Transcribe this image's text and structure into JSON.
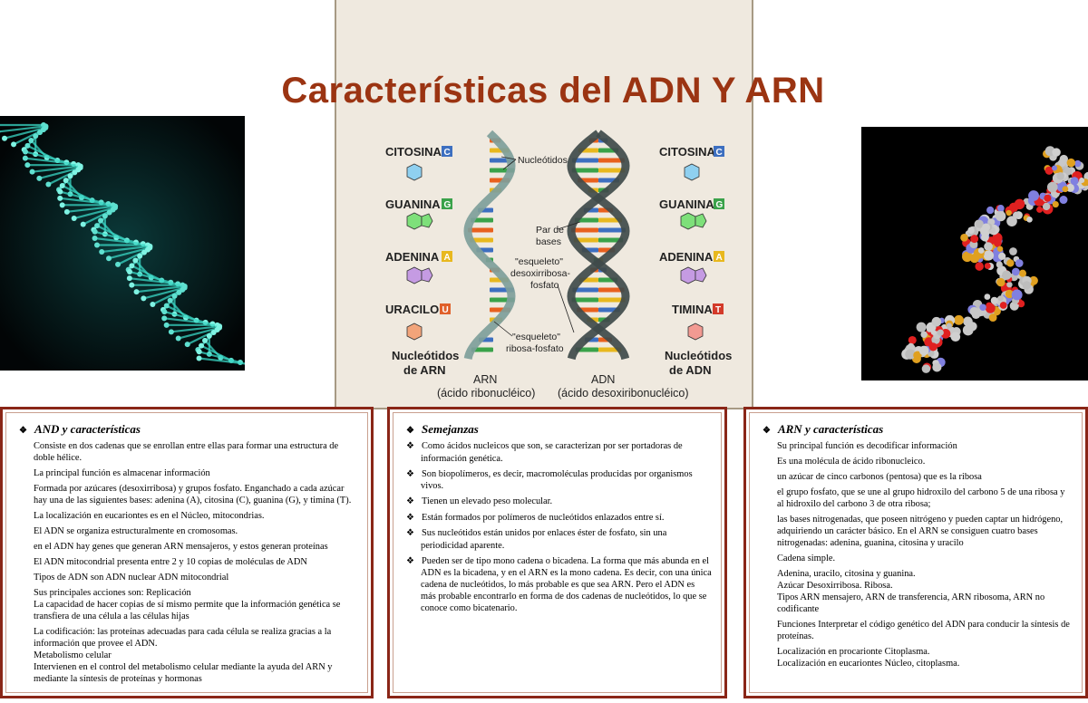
{
  "title": "Características del ADN Y ARN",
  "colors": {
    "title": "#9b3412",
    "box_border": "#8a2617",
    "panel_bg": "#efe9df"
  },
  "diagram": {
    "left_bases": [
      "CITOSINA",
      "GUANINA",
      "ADENINA",
      "URACILO"
    ],
    "left_letters": [
      "C",
      "G",
      "A",
      "U"
    ],
    "right_bases": [
      "CITOSINA",
      "GUANINA",
      "ADENINA",
      "TIMINA"
    ],
    "right_letters": [
      "C",
      "G",
      "A",
      "T"
    ],
    "left_caption_1": "Nucleótidos",
    "left_caption_2": "de ARN",
    "right_caption_1": "Nucleótidos",
    "right_caption_2": "de ADN",
    "label_nucleotidos": "Nucleótidos",
    "label_par_1": "Par de",
    "label_par_2": "bases",
    "label_esq_dna_1": "\"esqueleto\"",
    "label_esq_dna_2": "desoxirribosa-",
    "label_esq_dna_3": "fosfato",
    "label_esq_rna_1": "\"esqueleto\"",
    "label_esq_rna_2": "ribosa-fosfato",
    "arn_label": "ARN",
    "arn_sub": "(ácido ribonucléico)",
    "adn_label": "ADN",
    "adn_sub": "(ácido desoxiribonucléico)"
  },
  "box_and": {
    "heading": "AND  y características",
    "lines": [
      "Consiste en dos cadenas que se enrollan entre ellas para formar una estructura de doble hélice.",
      "La principal función es almacenar información",
      "Formada por azúcares (desoxirribosa) y grupos fosfato. Enganchado a cada azúcar hay una de las siguientes bases: adenina (A), citosina (C), guanina (G), y timina (T).",
      "La  localización en eucariontes es en el Núcleo, mitocondrias.",
      "El ADN se organiza estructuralmente en cromosomas.",
      "en el ADN hay genes que generan ARN mensajeros, y estos generan proteínas",
      "El ADN mitocondrial presenta entre 2 y 10 copias de moléculas de ADN",
      "Tipos de ADN  son ADN nuclear ADN mitocondrial",
      " Sus principales acciones son: Replicación\nLa capacidad de hacer copias de sí mismo permite que la información genética se transfiera de una célula a las células hijas",
      "La codificación: las proteínas adecuadas para cada célula se realiza gracias a la información que provee el ADN.\nMetabolismo celular\nIntervienen en el control del metabolismo celular mediante la ayuda del ARN y mediante la síntesis de proteínas y hormonas"
    ]
  },
  "box_sem": {
    "heading": "Semejanzas",
    "items": [
      "Como ácidos nucleicos que son, se caracterizan por ser portadoras de información genética.",
      "Son biopolímeros, es decir, macromoléculas producidas por organismos vivos.",
      "Tienen un elevado peso molecular.",
      "Están formados por polímeros de nucleótidos enlazados entre sí.",
      "Sus nucleótidos están unidos por enlaces éster de fosfato, sin una periodicidad aparente.",
      "Pueden ser de tipo mono cadena o bicadena. La forma que más abunda en el ADN es la bicadena, y en el ARN es la mono cadena. Es decir, con una única cadena de nucleótidos, lo más probable es que sea ARN. Pero el ADN es más probable encontrarlo en forma de dos cadenas de nucleótidos, lo que se conoce como bicatenario."
    ]
  },
  "box_arn": {
    "heading": "ARN  y características",
    "lines": [
      "Su principal función es decodificar información",
      "Es  una molécula de ácido ribonucleico.",
      "un azúcar de cinco carbonos (pentosa) que es la ribosa",
      "el grupo fosfato, que se une al grupo hidroxilo del carbono 5 de una ribosa y al hidroxilo del carbono 3 de otra ribosa;",
      "las bases nitrogenadas, que poseen nitrógeno y pueden captar un hidrógeno, adquiriendo un carácter básico. En el ARN se consiguen cuatro bases nitrogenadas: adenina, guanina, citosina y uracilo",
      "Cadena simple.",
      "Adenina, uracilo, citosina y guanina.\nAzúcar      Desoxirribosa.           Ribosa.\nTipos ARN mensajero, ARN de transferencia, ARN ribosoma, ARN no codificante",
      "Funciones Interpretar el código genético del ADN para conducir la síntesis de proteínas.",
      "Localización en procarionte Citoplasma.\nLocalización en eucariontes Núcleo, citoplasma."
    ]
  }
}
